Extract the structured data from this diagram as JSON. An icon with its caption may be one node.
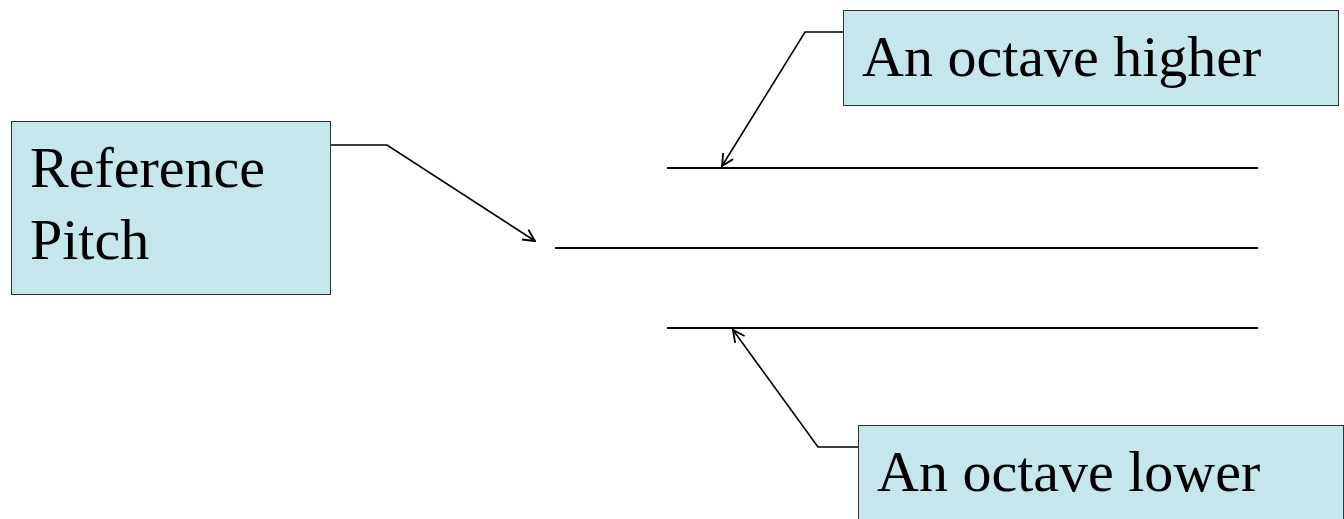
{
  "diagram": {
    "nodes": [
      {
        "text": [
          "An octave higher"
        ]
      },
      {
        "text": [
          "Reference Pitch"
        ]
      },
      {
        "text": [],
        "shape": "line"
      },
      {
        "text": [],
        "shape": "line"
      },
      {
        "text": [],
        "shape": "line"
      },
      {
        "text": [
          "An octave lower"
        ]
      }
    ],
    "edges": [
      {
        "from": 0,
        "to": 2,
        "arrow": "to"
      },
      {
        "from": 1,
        "to": 3,
        "arrow": "to"
      },
      {
        "from": 5,
        "to": 4,
        "arrow": "to"
      }
    ]
  }
}
